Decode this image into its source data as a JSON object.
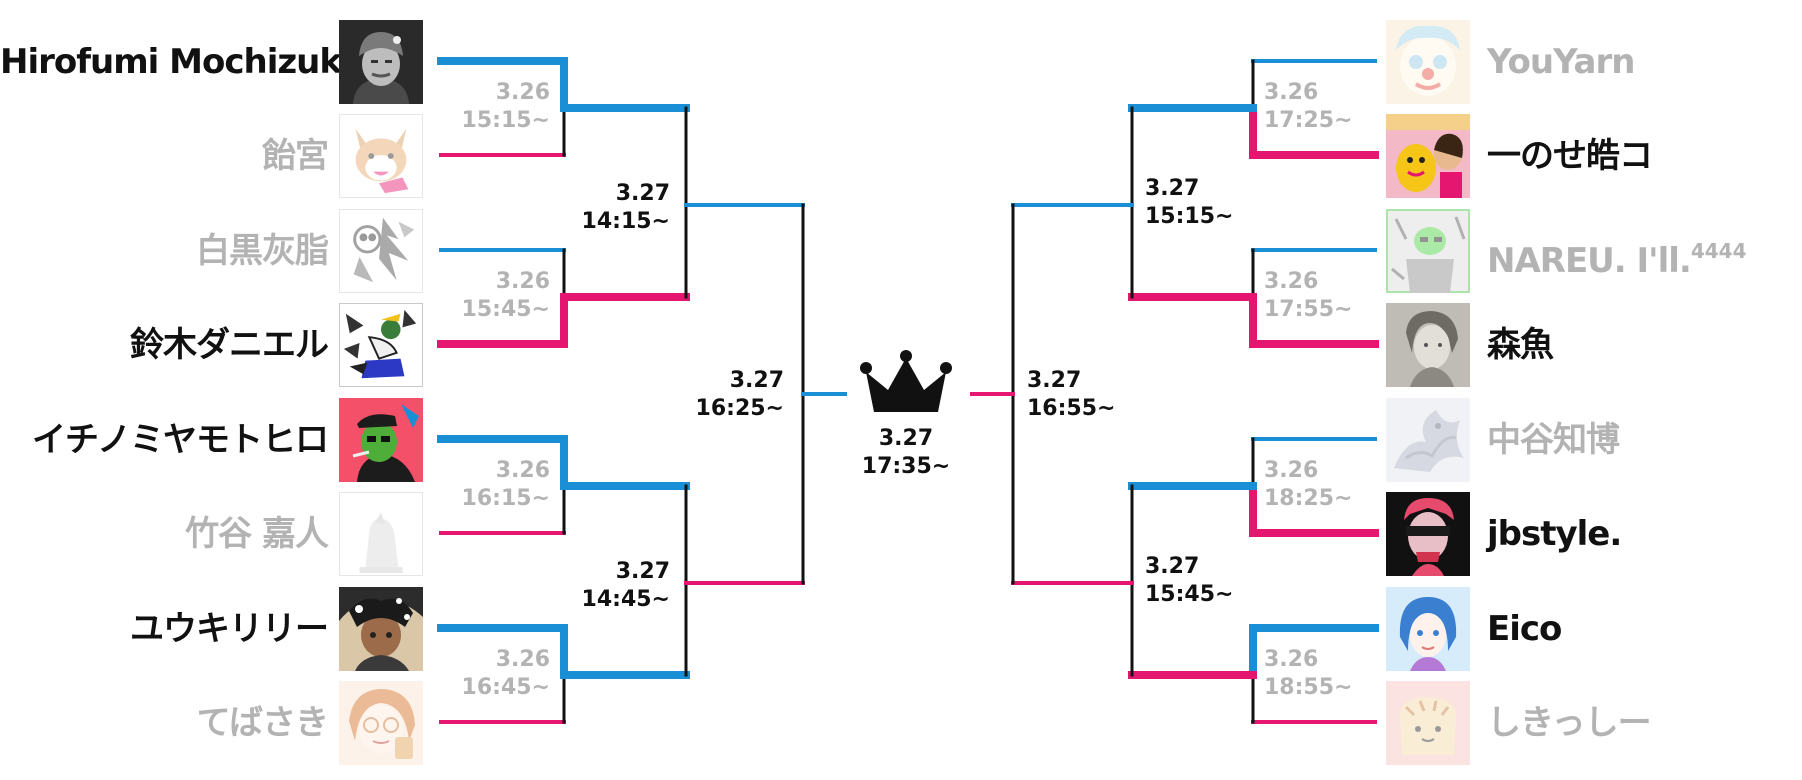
{
  "colors": {
    "blue": "#1a8fd6",
    "pink": "#e5166f",
    "black": "#111111",
    "grey": "#b3b3b3"
  },
  "left_players": [
    {
      "name": "Hirofumi Mochizuki",
      "avatar": "photo-man-icon",
      "winner": true
    },
    {
      "name": "飴宮",
      "avatar": "corgi-dog-icon",
      "winner": false
    },
    {
      "name": "白黒灰脂",
      "avatar": "panda-ink-icon",
      "winner": false
    },
    {
      "name": "鈴木ダニエル",
      "avatar": "ink-character-icon",
      "winner": true
    },
    {
      "name": "イチノミヤモトヒロ",
      "avatar": "green-face-icon",
      "winner": true
    },
    {
      "name": "竹谷 嘉人",
      "avatar": "white-sculpture-icon",
      "winner": false
    },
    {
      "name": "ユウキリリー",
      "avatar": "dark-girl-icon",
      "winner": true
    },
    {
      "name": "てばさき",
      "avatar": "glasses-girl-icon",
      "winner": false
    }
  ],
  "right_players": [
    {
      "name": "YouYarn",
      "avatar": "clown-icon",
      "winner": false
    },
    {
      "name": "一のせ皓コ",
      "avatar": "yellow-creature-icon",
      "winner": true
    },
    {
      "name": "NAREU. I'll.",
      "name_sup": "4444",
      "avatar": "green-robot-icon",
      "winner": false
    },
    {
      "name": "森魚",
      "avatar": "pencil-portrait-icon",
      "winner": true
    },
    {
      "name": "中谷知博",
      "avatar": "silver-dragon-icon",
      "winner": false
    },
    {
      "name": "jbstyle.",
      "avatar": "pink-hair-face-icon",
      "winner": true
    },
    {
      "name": "Eico",
      "avatar": "blue-hair-girl-icon",
      "winner": true
    },
    {
      "name": "しきっしー",
      "avatar": "tiger-bread-icon",
      "winner": false
    }
  ],
  "round1_left": [
    {
      "date": "3.26",
      "time": "15:15~"
    },
    {
      "date": "3.26",
      "time": "15:45~"
    },
    {
      "date": "3.26",
      "time": "16:15~"
    },
    {
      "date": "3.26",
      "time": "16:45~"
    }
  ],
  "round1_right": [
    {
      "date": "3.26",
      "time": "17:25~"
    },
    {
      "date": "3.26",
      "time": "17:55~"
    },
    {
      "date": "3.26",
      "time": "18:25~"
    },
    {
      "date": "3.26",
      "time": "18:55~"
    }
  ],
  "round2_left": [
    {
      "date": "3.27",
      "time": "14:15~"
    },
    {
      "date": "3.27",
      "time": "14:45~"
    }
  ],
  "round2_right": [
    {
      "date": "3.27",
      "time": "15:15~"
    },
    {
      "date": "3.27",
      "time": "15:45~"
    }
  ],
  "semifinal_left": {
    "date": "3.27",
    "time": "16:25~"
  },
  "semifinal_right": {
    "date": "3.27",
    "time": "16:55~"
  },
  "final": {
    "date": "3.27",
    "time": "17:35~",
    "icon": "crown-icon"
  }
}
